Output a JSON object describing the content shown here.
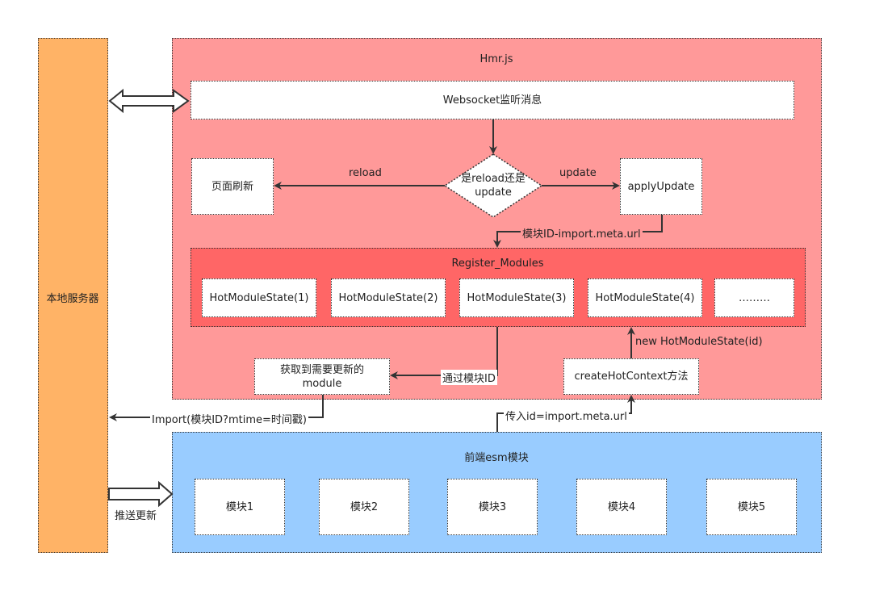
{
  "server": {
    "label": "本地服务器"
  },
  "hmr": {
    "title": "Hmr.js",
    "websocket": "Websocket监听消息",
    "decision": "是reload还是update",
    "reload_target": "页面刷新",
    "reload_edge": "reload",
    "update_edge": "update",
    "apply_update": "applyUpdate",
    "module_id_edge": "模块ID-import.meta.url",
    "register_title": "Register_Modules",
    "modules": [
      "HotModuleState(1)",
      "HotModuleState(2)",
      "HotModuleState(3)",
      "HotModuleState(4)",
      "………"
    ],
    "get_module": "获取到需要更新的module",
    "via_module_id": "通过模块ID",
    "create_hot_context": "createHotContext方法",
    "new_hot_module_state": "new HotModuleState(id)"
  },
  "import_edge": "Import(模块ID?mtime=时间戳)",
  "pass_id_edge": "传入id=import.meta.url",
  "push_update": "推送更新",
  "frontend": {
    "title": "前端esm模块",
    "modules": [
      "模块1",
      "模块2",
      "模块3",
      "模块4",
      "模块5"
    ]
  },
  "colors": {
    "server": "#ffb366",
    "hmr_bg": "#ff9999",
    "register_bg": "#ff6666",
    "frontend_bg": "#99ccff",
    "arrow": "#333333"
  }
}
